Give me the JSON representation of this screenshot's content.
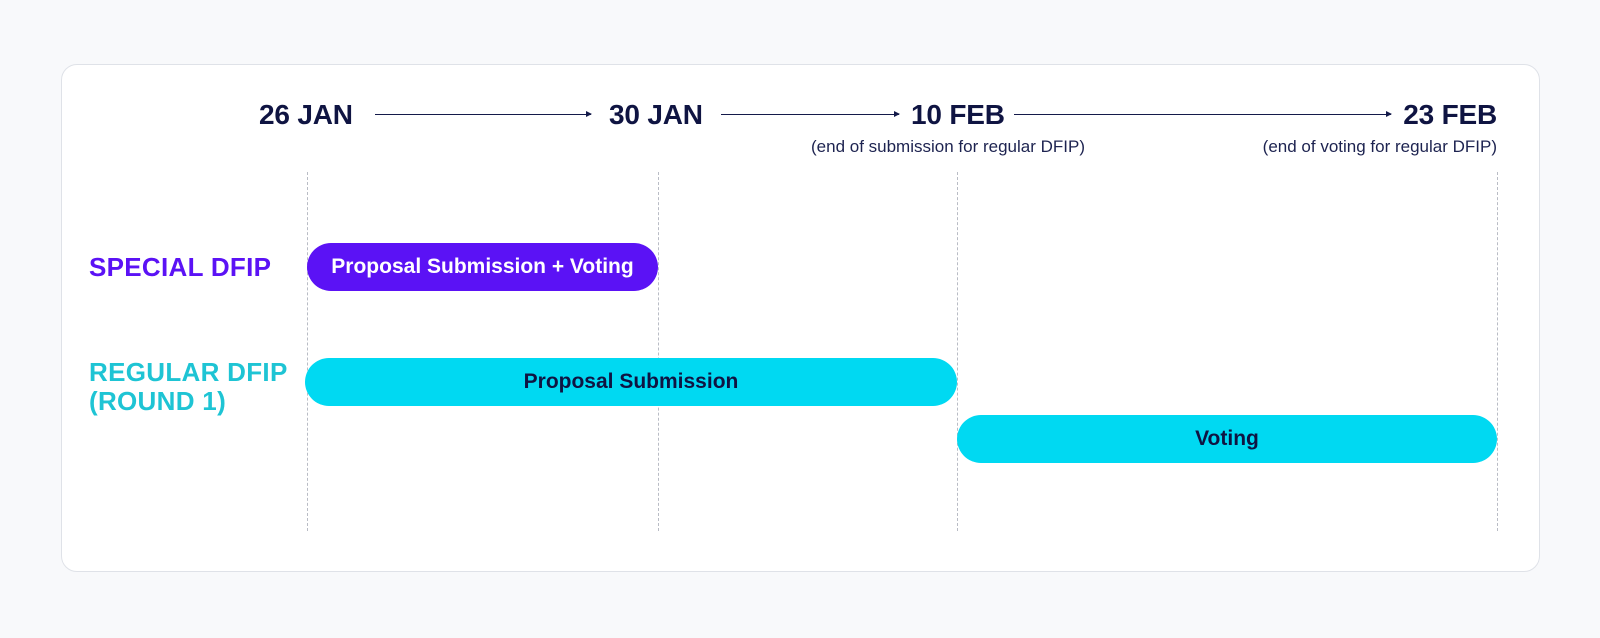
{
  "timeline": {
    "dates": [
      {
        "label": "26 JAN",
        "note": ""
      },
      {
        "label": "30 JAN",
        "note": ""
      },
      {
        "label": "10 FEB",
        "note": "(end of submission for regular DFIP)"
      },
      {
        "label": "23 FEB",
        "note": "(end of voting for regular DFIP)"
      }
    ]
  },
  "rows": {
    "special": {
      "label": "SPECIAL DFIP",
      "bar": "Proposal Submission + Voting"
    },
    "regular": {
      "label_line1": "REGULAR DFIP",
      "label_line2": "(ROUND 1)",
      "bar_submission": "Proposal Submission",
      "bar_voting": "Voting"
    }
  },
  "colors": {
    "special": "#5b12f5",
    "regular_label": "#1ec4d4",
    "regular_bar": "#00d9f2",
    "text_dark": "#0f1442"
  }
}
